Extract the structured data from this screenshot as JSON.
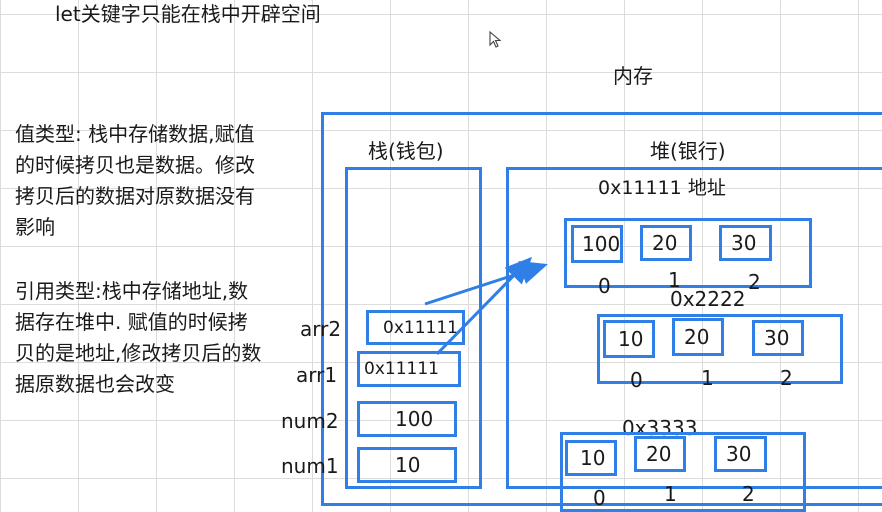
{
  "heading": "let关键字只能在栈中开辟空间",
  "memory_label": "内存",
  "value_type_note": {
    "lines": [
      "值类型: 栈中存储数据,赋值",
      "的时候拷贝也是数据。修改",
      "拷贝后的数据对原数据没有",
      "影响"
    ]
  },
  "ref_type_note": {
    "lines": [
      "引用类型:栈中存储地址,数",
      "据存在堆中. 赋值的时候拷",
      "贝的是地址,修改拷贝后的数",
      "据原数据也会改变"
    ]
  },
  "stack": {
    "title": "栈(钱包)",
    "vars": [
      {
        "name": "arr2",
        "value": "0x11111"
      },
      {
        "name": "arr1",
        "value": "0x11111"
      },
      {
        "name": "num2",
        "value": "100"
      },
      {
        "name": "num1",
        "value": "10"
      }
    ]
  },
  "heap": {
    "title": "堆(银行)",
    "blocks": [
      {
        "address": "0x11111 地址",
        "cells": [
          "100",
          "20",
          "30"
        ],
        "indexes": [
          "0",
          "1",
          "2"
        ]
      },
      {
        "address": "0x2222",
        "cells": [
          "10",
          "20",
          "30"
        ],
        "indexes": [
          "0",
          "1",
          "2"
        ]
      },
      {
        "address": "0x3333",
        "cells": [
          "10",
          "20",
          "30"
        ],
        "indexes": [
          "0",
          "1",
          "2"
        ]
      }
    ]
  },
  "colors": {
    "box": "#2f7fe6",
    "text": "#1a1a1a",
    "grid": "#dcdcdc"
  },
  "icons": {
    "cursor": "mouse-cursor-icon"
  }
}
